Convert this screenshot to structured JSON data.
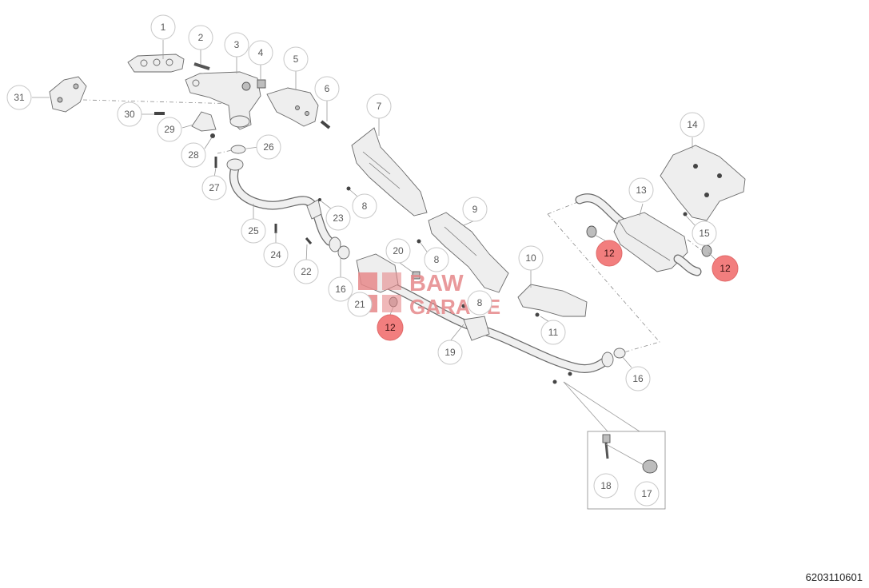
{
  "diagram_code": "6203110601",
  "watermark": {
    "line1": "BAW",
    "line2": "GARAGE"
  },
  "callouts": [
    {
      "id": "c1",
      "label": "1"
    },
    {
      "id": "c2",
      "label": "2"
    },
    {
      "id": "c3",
      "label": "3"
    },
    {
      "id": "c4",
      "label": "4"
    },
    {
      "id": "c5",
      "label": "5"
    },
    {
      "id": "c6",
      "label": "6"
    },
    {
      "id": "c7",
      "label": "7"
    },
    {
      "id": "c8a",
      "label": "8"
    },
    {
      "id": "c8b",
      "label": "8"
    },
    {
      "id": "c8c",
      "label": "8"
    },
    {
      "id": "c9",
      "label": "9"
    },
    {
      "id": "c10",
      "label": "10"
    },
    {
      "id": "c11",
      "label": "11"
    },
    {
      "id": "c12a",
      "label": "12",
      "highlight": true
    },
    {
      "id": "c12b",
      "label": "12",
      "highlight": true
    },
    {
      "id": "c12c",
      "label": "12",
      "highlight": true
    },
    {
      "id": "c13",
      "label": "13"
    },
    {
      "id": "c14",
      "label": "14"
    },
    {
      "id": "c15",
      "label": "15"
    },
    {
      "id": "c16a",
      "label": "16"
    },
    {
      "id": "c16b",
      "label": "16"
    },
    {
      "id": "c17",
      "label": "17"
    },
    {
      "id": "c18",
      "label": "18"
    },
    {
      "id": "c19",
      "label": "19"
    },
    {
      "id": "c20",
      "label": "20"
    },
    {
      "id": "c21",
      "label": "21"
    },
    {
      "id": "c22",
      "label": "22"
    },
    {
      "id": "c23",
      "label": "23"
    },
    {
      "id": "c24",
      "label": "24"
    },
    {
      "id": "c25",
      "label": "25"
    },
    {
      "id": "c26",
      "label": "26"
    },
    {
      "id": "c27",
      "label": "27"
    },
    {
      "id": "c28",
      "label": "28"
    },
    {
      "id": "c29",
      "label": "29"
    },
    {
      "id": "c30",
      "label": "30"
    },
    {
      "id": "c31",
      "label": "31"
    }
  ],
  "colors": {
    "highlight": "#f27e7e",
    "watermark": "#e6888a",
    "line": "#6a6a6a"
  }
}
